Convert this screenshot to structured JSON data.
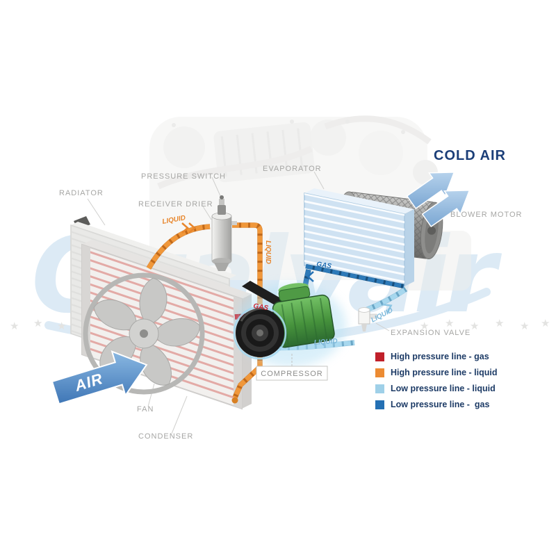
{
  "watermark": {
    "text": "Qualyair"
  },
  "airflow": {
    "air_in": "AIR",
    "cold_air": "COLD AIR"
  },
  "labels": {
    "radiator": "RADIATOR",
    "pressure_switch": "PRESSURE SWITCH",
    "receiver_drier": "RECEIVER DRIER",
    "evaporator": "EVAPORATOR",
    "blower_motor": "BLOWER MOTOR",
    "expansion_valve": "EXPANSION VALVE",
    "compressor": "COMPRESSOR",
    "fan": "FAN",
    "condenser": "CONDENSER"
  },
  "pipe_labels": {
    "condenser_to_drier": "LIQUID",
    "drier_down": "LIQUID",
    "to_expansion_valve": "LIQUID",
    "expansion_to_evaporator": "LIQUID",
    "evaporator_to_compressor": "GAS",
    "compressor_to_condenser": "GAS"
  },
  "legend": {
    "items": [
      {
        "label": "High pressure line - gas",
        "color": "#c0202a"
      },
      {
        "label": "High pressure line - liquid",
        "color": "#ec8b33"
      },
      {
        "label": "Low pressure line - liquid",
        "color": "#9fd0e8"
      },
      {
        "label": "Low pressure line -  gas",
        "color": "#2470b4"
      }
    ]
  },
  "colors": {
    "cold_air_text": "#1b3e78",
    "air_arrow": "#3e76b6",
    "compressor_green": "#46923c",
    "watermark_blue": "#d6e7f4"
  }
}
